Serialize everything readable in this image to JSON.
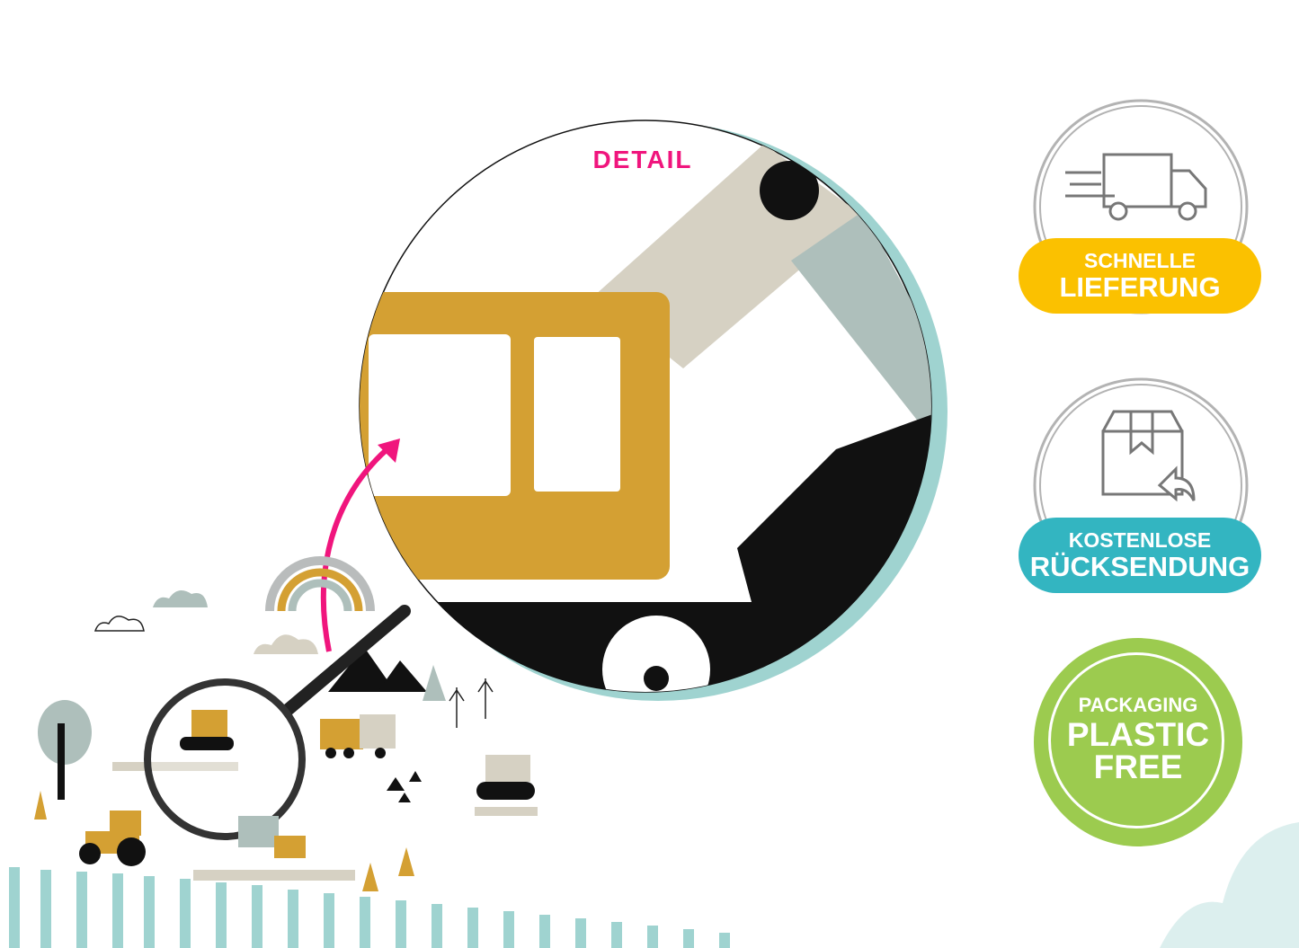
{
  "detail_label": "DETAIL",
  "badges": {
    "delivery": {
      "line1": "SCHNELLE",
      "line2": "LIEFERUNG",
      "color": "#fbc100",
      "icon": "truck-icon"
    },
    "returns": {
      "line1": "KOSTENLOSE",
      "line2": "RÜCKSENDUNG",
      "color": "#33b5c1",
      "icon": "box-return-icon"
    },
    "plastic_free": {
      "line1": "PACKAGING",
      "line2": "PLASTIC",
      "line3": "FREE",
      "color": "#9ccb4f",
      "icon": "leaf-icon"
    }
  },
  "colors": {
    "accent_pink": "#f0157d",
    "mustard": "#d4a033",
    "teal_stripe": "#9fd3d0"
  }
}
